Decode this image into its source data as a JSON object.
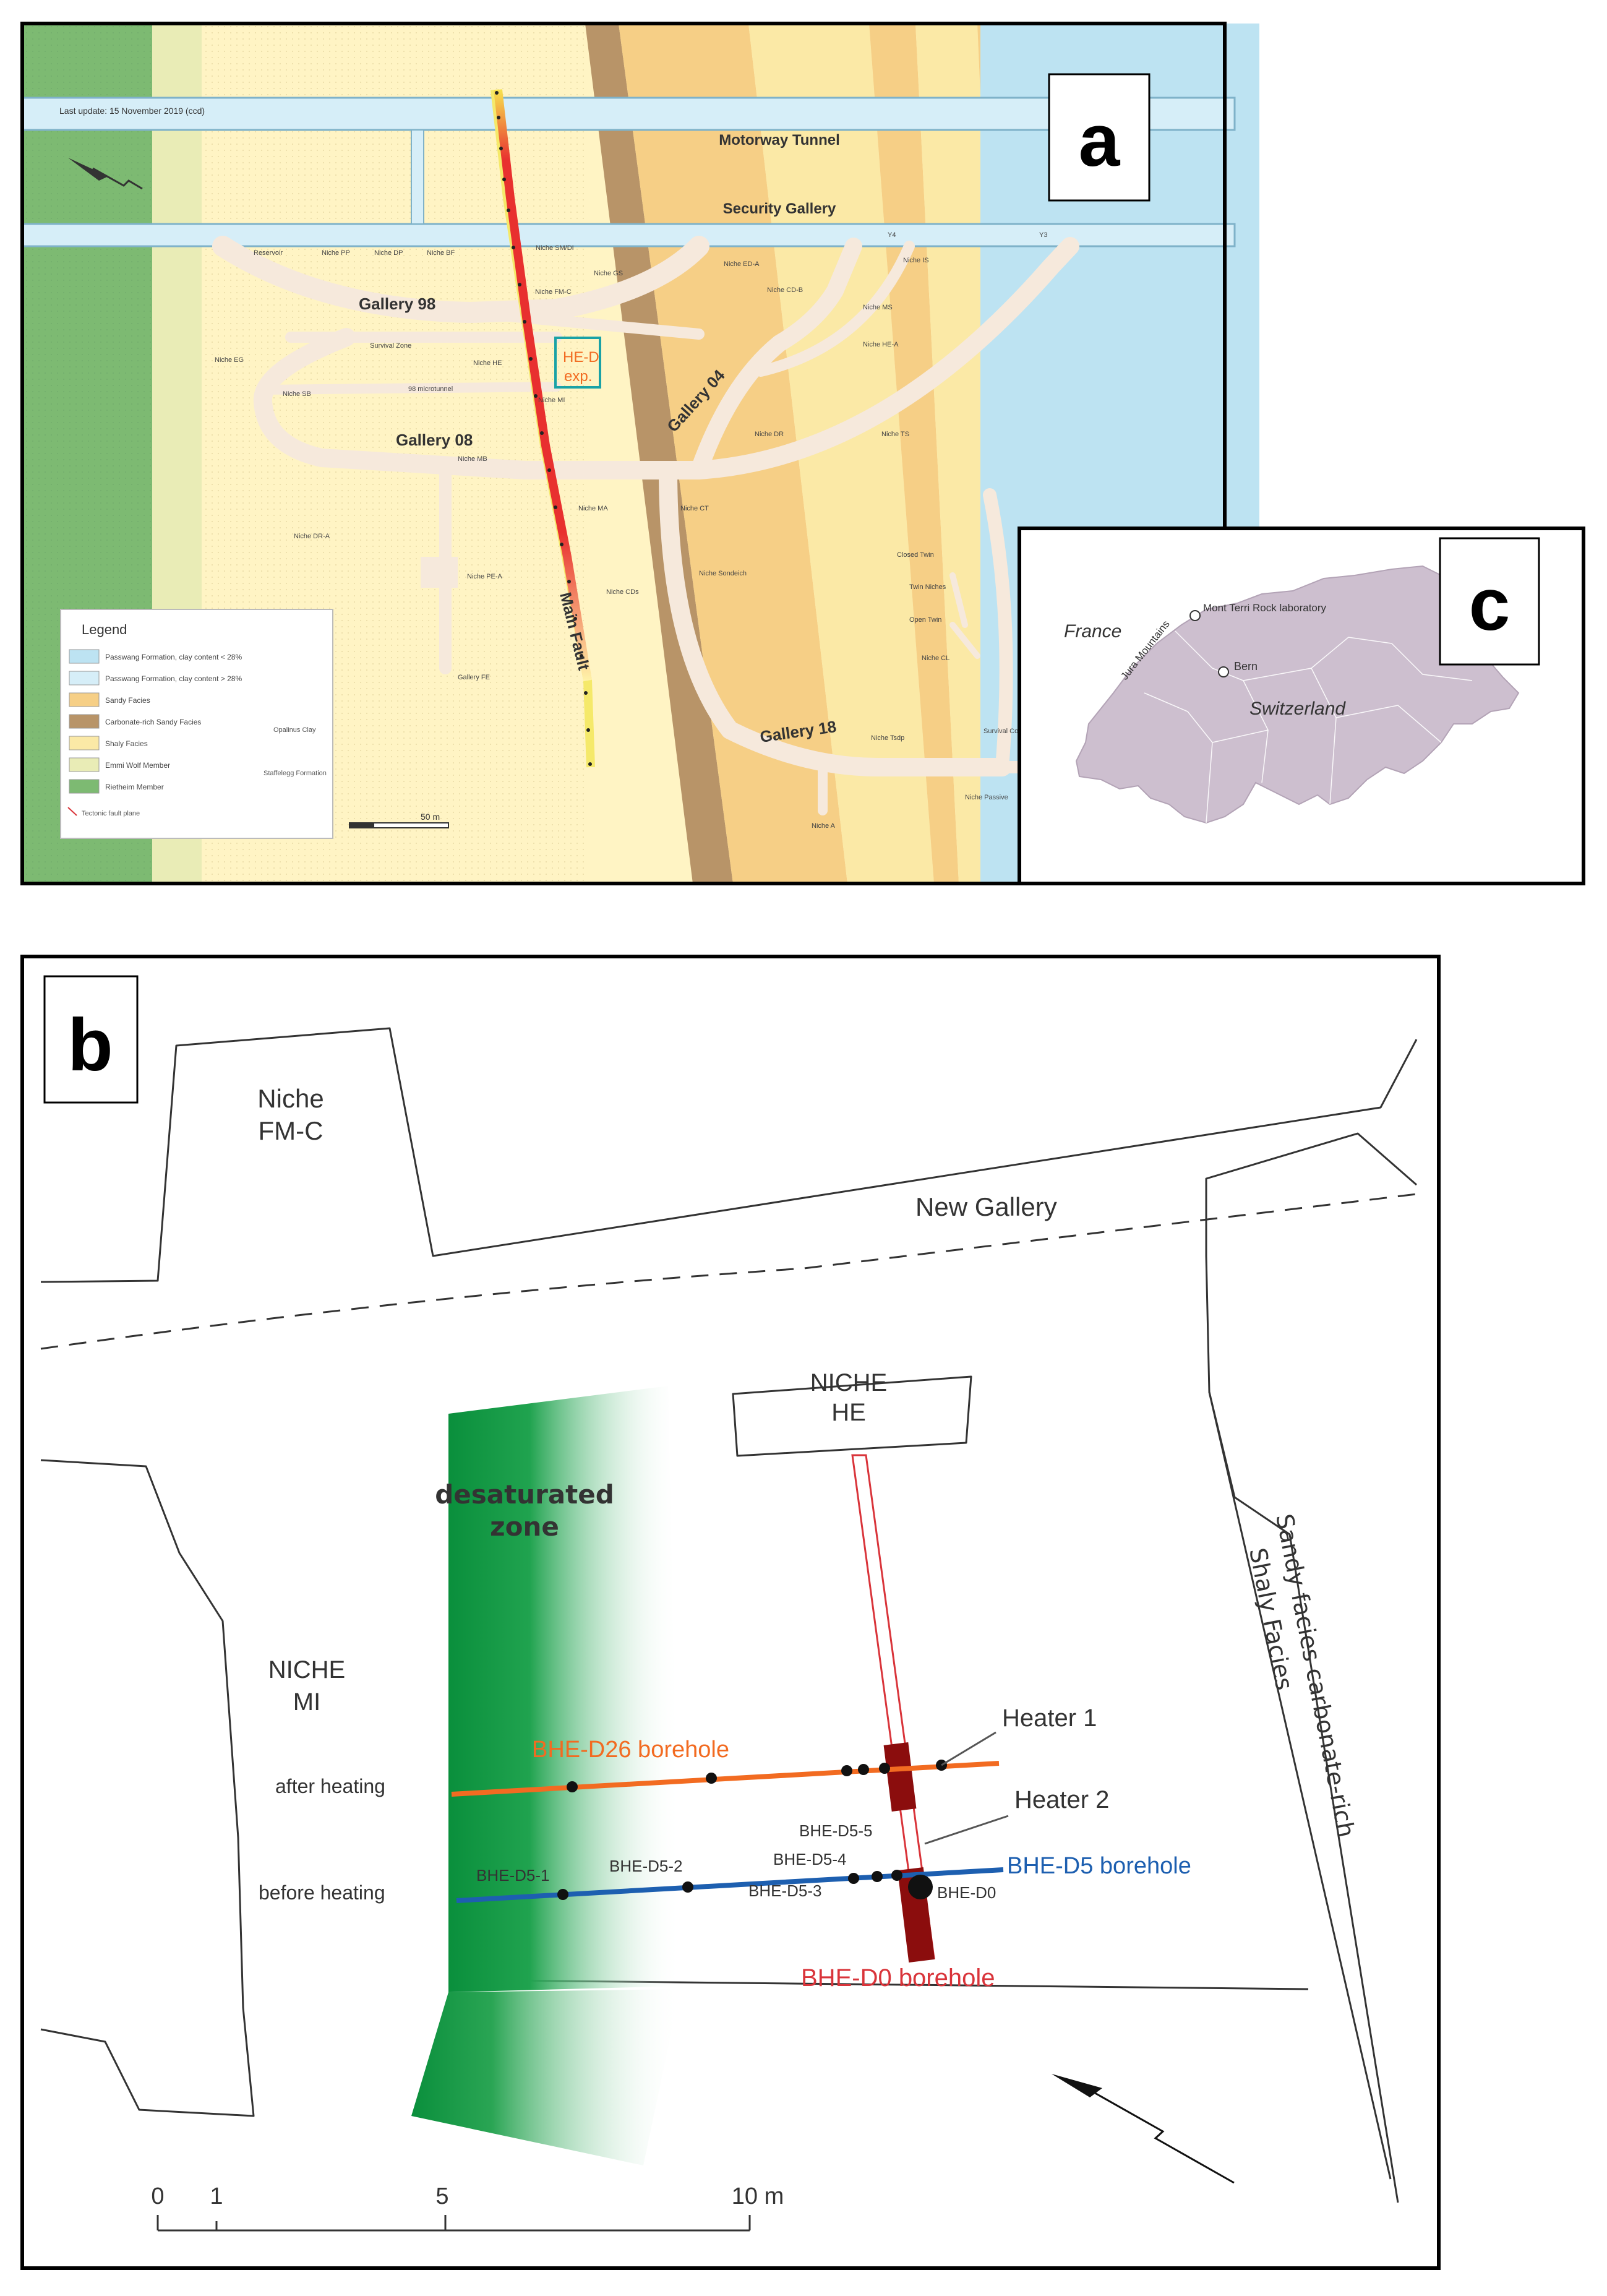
{
  "panel_a": {
    "letter": "a",
    "last_update": "Last update: 15 November 2019 (ccd)",
    "motorway_tunnel": "Motorway Tunnel",
    "security_gallery": "Security Gallery",
    "gallery_98": "Gallery 98",
    "gallery_08": "Gallery 08",
    "gallery_04": "Gallery 04",
    "gallery_18": "Gallery 18",
    "main_fault": "Main Fault",
    "heid_line1": "HE-D",
    "heid_line2": "exp.",
    "legend_title": "Legend",
    "legend_items": [
      {
        "label": "Passwang Formation, clay content < 28%",
        "color": "#bde3f2"
      },
      {
        "label": "Passwang Formation, clay content > 28%",
        "color": "#d6eef8"
      },
      {
        "label": "Sandy Facies",
        "color": "#f6cf86"
      },
      {
        "label": "Carbonate-rich Sandy Facies",
        "color": "#b89468"
      },
      {
        "label": "Shaly Facies",
        "color": "#fbe9a6"
      },
      {
        "label": "Emmi Wolf Member",
        "color": "#e9ecb6"
      },
      {
        "label": "Rietheim Member",
        "color": "#7dba72"
      }
    ],
    "legend_group_1": "Opalinus Clay",
    "legend_group_2": "Staffelegg Formation",
    "legend_fault_label": "Tectonic fault plane",
    "scale_label": "50 m",
    "small_labels": [
      "Reservoir",
      "Niche PP",
      "Niche DP",
      "Niche BF",
      "Niche SM/DI",
      "Niche FM-C",
      "Niche GS",
      "Niche HE",
      "Niche MI",
      "Niche SB",
      "Niche EG",
      "Niche ED-A",
      "Niche CD-B",
      "Niche IS",
      "Niche MS",
      "Niche HE-A",
      "Niche DR",
      "Niche TS",
      "Niche CT",
      "Niche MB",
      "Niche MA",
      "Niche DR-A",
      "Niche PE-A",
      "Niche CDs",
      "Niche Sondeich",
      "Gallery FE",
      "Closed Twin",
      "Twin Niches",
      "Open Twin",
      "Niche CL",
      "Niche Tsdp",
      "Survival Container",
      "Niche Passive",
      "Niche A",
      "Survival Zone",
      "98 microtunnel",
      "Y4",
      "Y3"
    ]
  },
  "panel_c": {
    "letter": "c",
    "france": "France",
    "switzerland": "Switzerland",
    "lab": "Mont Terri Rock laboratory",
    "bern": "Bern",
    "jura": "Jura Mountains",
    "map_color": "#cdbfcf"
  },
  "panel_b": {
    "letter": "b",
    "niche_fmc_line1": "Niche",
    "niche_fmc_line2": "FM-C",
    "new_gallery": "New Gallery",
    "niche_he_line1": "NICHE",
    "niche_he_line2": "HE",
    "niche_mi_line1": "NICHE",
    "niche_mi_line2": "MI",
    "desat_line1": "desaturated",
    "desat_line2": "zone",
    "after_heating": "after heating",
    "before_heating": "before heating",
    "bhe_d26": "BHE-D26 borehole",
    "bhe_d5": "BHE-D5 borehole",
    "bhe_d0": "BHE-D0 borehole",
    "heater1": "Heater 1",
    "heater2": "Heater 2",
    "d5_1": "BHE-D5-1",
    "d5_2": "BHE-D5-2",
    "d5_3": "BHE-D5-3",
    "d5_4": "BHE-D5-4",
    "d5_5": "BHE-D5-5",
    "d0": "BHE-D0",
    "facies_1": "Sandy facies carbonate-rich",
    "facies_2": "Shaly Facies",
    "scale_ticks": [
      "0",
      "1",
      "5",
      "10 m"
    ],
    "colors": {
      "d26": "#f26b21",
      "d5": "#1d5fb0",
      "d0": "#d9343a",
      "zone": "#119a44",
      "heater": "#8b0d0d"
    }
  }
}
